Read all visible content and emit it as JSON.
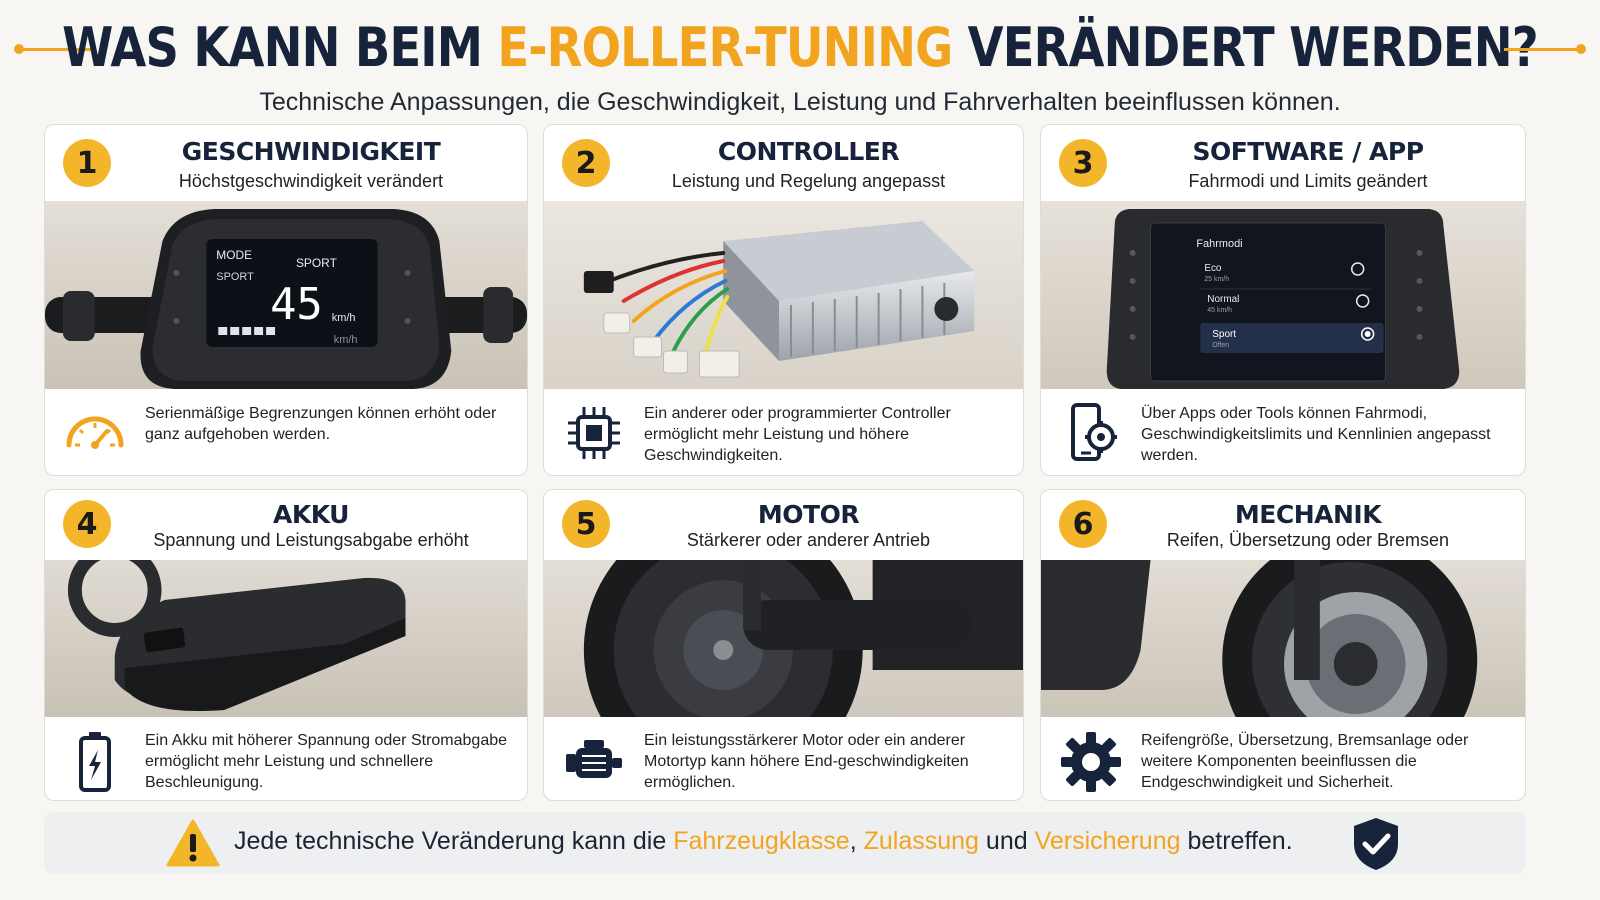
{
  "header": {
    "title_pre": "WAS KANN BEIM ",
    "title_highlight": "E-ROLLER-TUNING",
    "title_post": " VERÄNDERT WERDEN?",
    "subtitle": "Technische Anpassungen, die Geschwindigkeit, Leistung und Fahrverhalten beeinflussen können."
  },
  "cards": [
    {
      "number": "1",
      "title": "GESCHWINDIGKEIT",
      "subtitle": "Höchstgeschwindigkeit verändert",
      "icon": "speedometer-icon",
      "description": "Serienmäßige Begrenzungen können erhöht oder ganz aufgehoben werden.",
      "display": {
        "mode_label": "MODE",
        "mode_value": "SPORT",
        "mode_label2": "SPORT",
        "speed": "45",
        "unit": "km/h",
        "unit2": "km/h"
      }
    },
    {
      "number": "2",
      "title": "CONTROLLER",
      "subtitle": "Leistung und Regelung angepasst",
      "icon": "chip-icon",
      "description": "Ein anderer oder programmierter Controller ermöglicht mehr Leistung und höhere Geschwindigkeiten."
    },
    {
      "number": "3",
      "title": "SOFTWARE / APP",
      "subtitle": "Fahrmodi und Limits geändert",
      "icon": "phone-gear-icon",
      "description": "Über Apps oder Tools können Fahrmodi, Geschwindigkeitslimits und Kennlinien angepasst werden.",
      "screen": {
        "heading": "Fahrmodi",
        "modes": [
          {
            "name": "Eco",
            "detail": "25 km/h"
          },
          {
            "name": "Normal",
            "detail": "45 km/h"
          },
          {
            "name": "Sport",
            "detail": "Offen"
          }
        ]
      }
    },
    {
      "number": "4",
      "title": "AKKU",
      "subtitle": "Spannung und Leistungsabgabe erhöht",
      "icon": "battery-icon",
      "description": "Ein Akku mit höherer Spannung oder Stromabgabe ermöglicht mehr Leistung und schnellere Beschleunigung."
    },
    {
      "number": "5",
      "title": "MOTOR",
      "subtitle": "Stärkerer oder anderer Antrieb",
      "icon": "engine-icon",
      "description": "Ein leistungsstärkerer Motor oder ein anderer Motortyp kann höhere End-geschwindigkeiten ermöglichen."
    },
    {
      "number": "6",
      "title": "MECHANIK",
      "subtitle": "Reifen, Übersetzung oder Bremsen",
      "icon": "gear-icon",
      "description": "Reifengröße, Übersetzung, Bremsanlage oder weitere Komponenten beeinflussen die Endgeschwindigkeit und Sicherheit."
    }
  ],
  "footer": {
    "text_1": "Jede technische Veränderung kann die ",
    "hl_1": "Fahrzeugklasse",
    "text_2": ", ",
    "hl_2": "Zulassung",
    "text_3": " und ",
    "hl_3": "Versicherung",
    "text_4": " betreffen.",
    "warning_icon": "warning-icon",
    "shield_icon": "shield-check-icon"
  },
  "colors": {
    "accent": "#f2a41f",
    "title": "#16233a",
    "badge": "#f3b62a"
  }
}
